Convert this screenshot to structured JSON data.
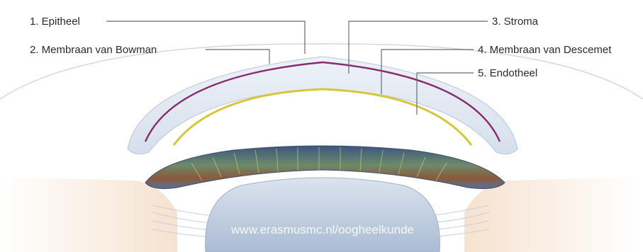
{
  "labels": {
    "epitheel": "1. Epitheel",
    "bowman": "2. Membraan van Bowman",
    "stroma": "3. Stroma",
    "descemet": "4. Membraan van Descemet",
    "endotheel": "5. Endotheel"
  },
  "watermark": "www.erasmusmc.nl/oogheelkunde",
  "colors": {
    "background": "#ffffff",
    "cornea_outer": "#dfe7f1",
    "cornea_inner": "#eef3f9",
    "bowman_layer": "#8a2b6e",
    "descemet_layer": "#d8c63a",
    "iris_blue": "#4a6590",
    "iris_brown": "#8a5a3a",
    "lens": "#c9d6e6",
    "sclera_tissue": "#f3d9c2"
  }
}
